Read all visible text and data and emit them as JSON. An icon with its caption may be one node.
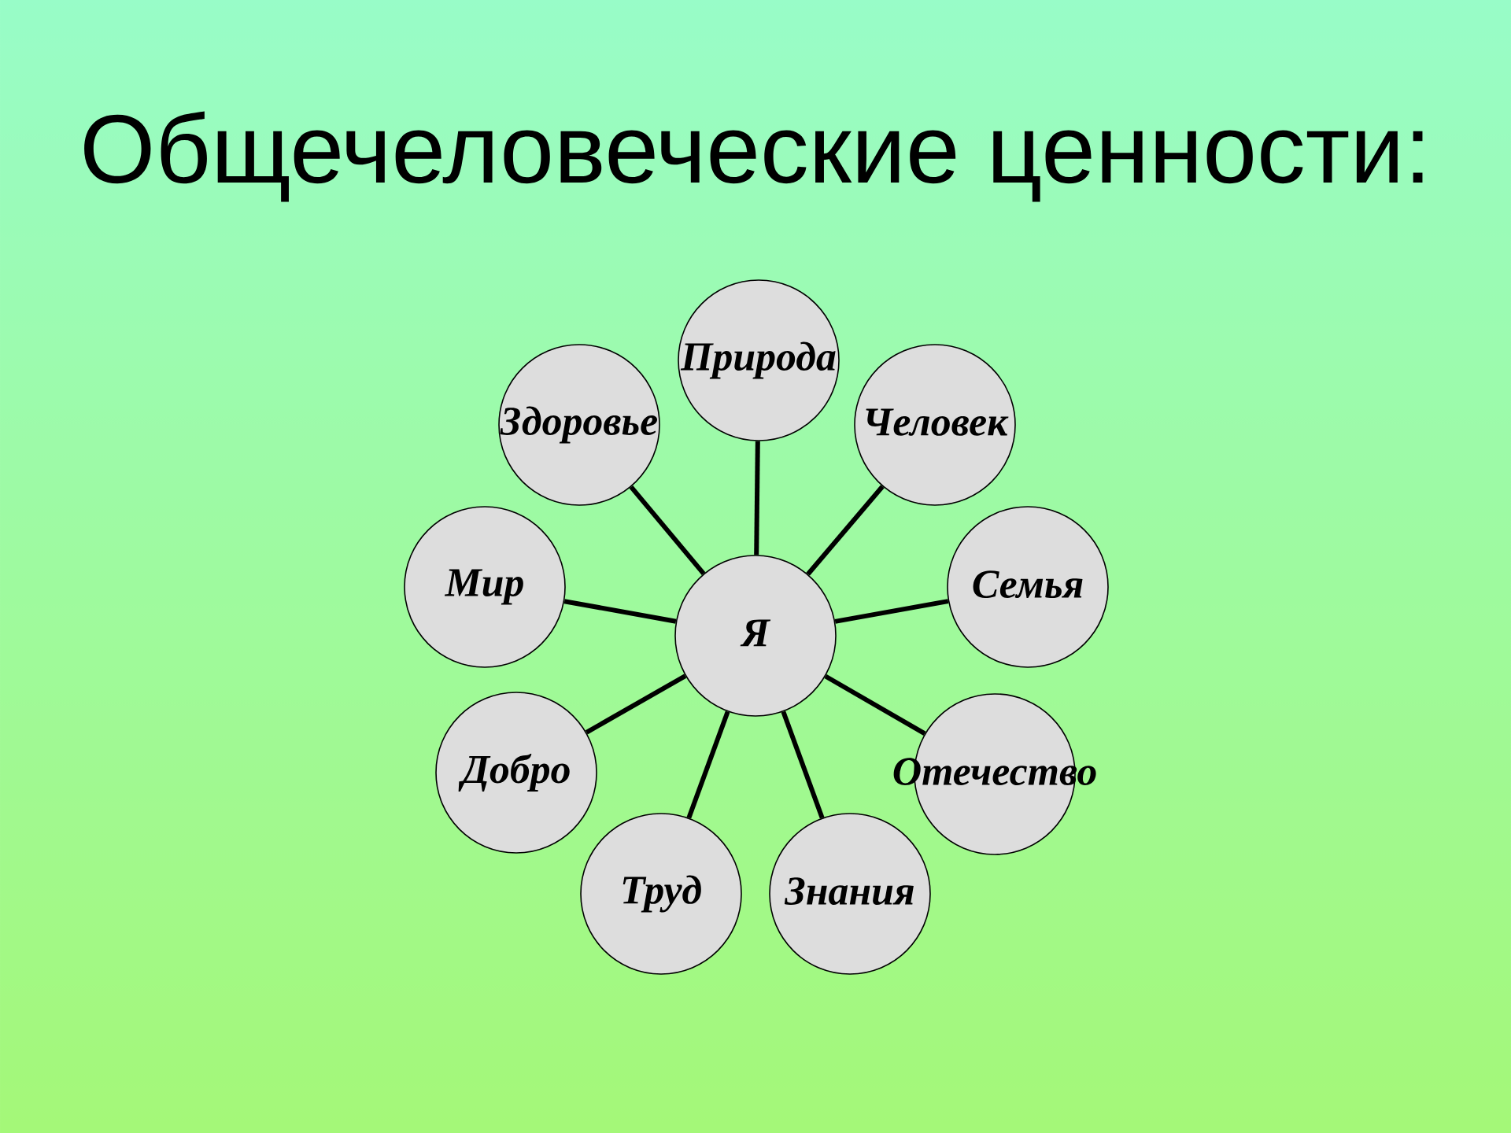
{
  "diagram": {
    "title": "Общечеловеческие ценности:",
    "nodes": [
      {
        "text": [
          "Природа"
        ]
      },
      {
        "text": [
          "Здоровье"
        ]
      },
      {
        "text": [
          "Человек"
        ]
      },
      {
        "text": [
          "Мир"
        ]
      },
      {
        "text": [
          "Я"
        ]
      },
      {
        "text": [
          "Семья"
        ]
      },
      {
        "text": [
          "Добро"
        ]
      },
      {
        "text": [
          "Отечество"
        ]
      },
      {
        "text": [
          "Труд"
        ]
      },
      {
        "text": [
          "Знания"
        ]
      }
    ],
    "edges": [
      {
        "from": 4,
        "to": 0,
        "arrow": "none"
      },
      {
        "from": 4,
        "to": 1,
        "arrow": "none"
      },
      {
        "from": 4,
        "to": 2,
        "arrow": "none"
      },
      {
        "from": 4,
        "to": 3,
        "arrow": "none"
      },
      {
        "from": 4,
        "to": 5,
        "arrow": "none"
      },
      {
        "from": 4,
        "to": 6,
        "arrow": "none"
      },
      {
        "from": 4,
        "to": 7,
        "arrow": "none"
      },
      {
        "from": 4,
        "to": 8,
        "arrow": "none"
      },
      {
        "from": 4,
        "to": 9,
        "arrow": "none"
      }
    ]
  }
}
